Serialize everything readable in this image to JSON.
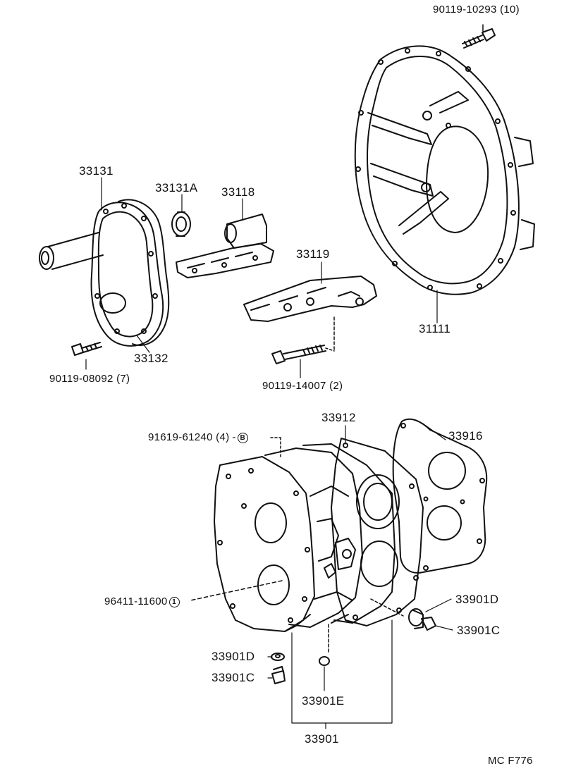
{
  "diagram": {
    "footer_code": "MC F776",
    "parts": {
      "bolt_top": "90119-10293 (10)",
      "housing": "31111",
      "cover": "33131",
      "seal": "33131A",
      "support": "33118",
      "bracket": "33119",
      "cover_gasket": "33132",
      "bolt_left": "90119-08092 (7)",
      "bolt_bracket": "90119-14007 (2)",
      "stud": "91619-61240 (4)",
      "stud_badge": "B",
      "plate": "33912",
      "plate_gasket": "33916",
      "pin": "96411-11600",
      "pin_badge": "1",
      "plug_d_right": "33901D",
      "plug_c_right": "33901C",
      "plug_d_left": "33901D",
      "plug_c_left": "33901C",
      "ball": "33901E",
      "case": "33901"
    }
  }
}
